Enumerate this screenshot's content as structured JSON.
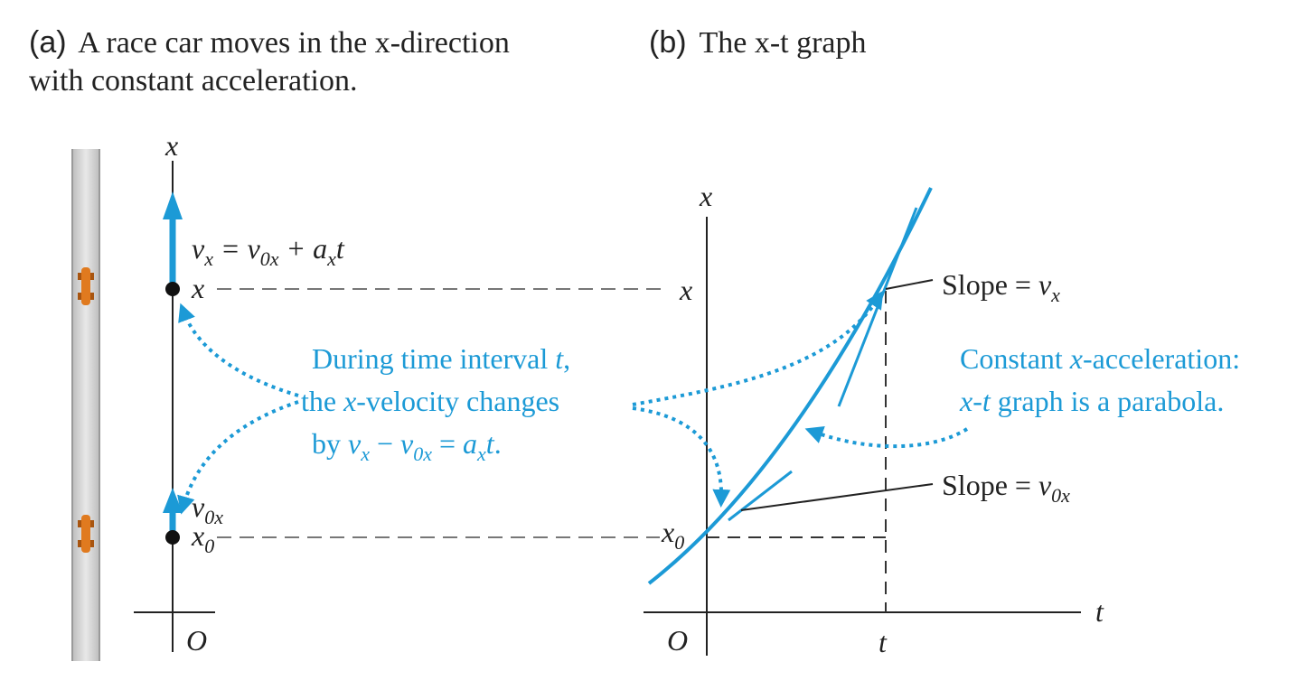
{
  "caption_a": {
    "tag": "(a)",
    "line1": "A race car moves in the x-direction",
    "line2": "with constant acceleration."
  },
  "caption_b": {
    "tag": "(b)",
    "text": "The x-t graph"
  },
  "panel_a": {
    "axis_label": "x",
    "origin_label": "O",
    "velocity_eq": "v_x = v_0x + a_x t",
    "position_label": "x",
    "initial_position_label": "x_0",
    "initial_velocity_label": "v_0x"
  },
  "panel_b": {
    "x_axis_label": "t",
    "y_axis_label": "x",
    "origin_label": "O",
    "x_tick": "t",
    "y_tick_x": "x",
    "y_tick_x0": "x_0",
    "slope_vx_label": "Slope = v_x",
    "slope_v0x_label": "Slope = v_0x"
  },
  "annotations": {
    "middle_line1": "During time interval t,",
    "middle_line2": "the x-velocity changes",
    "middle_line3": "by v_x − v_0x = a_x t.",
    "right_line1": "Constant x-acceleration:",
    "right_line2": "x-t graph is a parabola."
  },
  "colors": {
    "accent": "#1c9ad6",
    "car": "#e07a1f",
    "text": "#222222"
  }
}
